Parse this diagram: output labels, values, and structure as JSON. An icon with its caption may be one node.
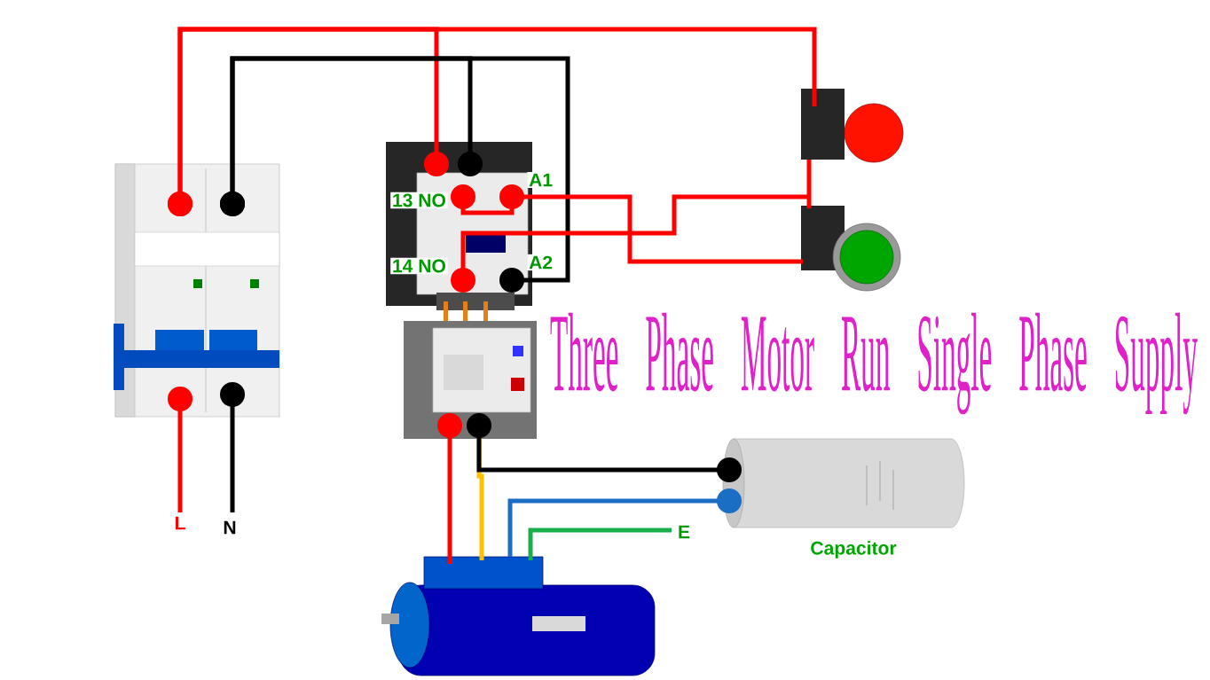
{
  "diagram": {
    "title": "Three Phase Motor Run Single Phase Supply",
    "nodes": [
      {
        "text": [],
        "shape": "picture"
      },
      {
        "text": [],
        "shape": "picture"
      },
      {
        "text": [],
        "shape": "picture"
      },
      {
        "text": [],
        "shape": "picture"
      },
      {
        "text": [],
        "shape": "picture"
      },
      {
        "text": [],
        "shape": "cylinder",
        "beside": [
          "Capacitor"
        ]
      },
      {
        "text": [],
        "shape": "picture"
      },
      {
        "text": [
          "L"
        ]
      },
      {
        "text": [
          "N"
        ]
      },
      {
        "text": [
          "E"
        ]
      }
    ],
    "edges": [
      {
        "from": 0,
        "to": 1,
        "arrow": "other"
      },
      {
        "from": 0,
        "to": 3,
        "arrow": "other"
      },
      {
        "from": 0,
        "to": 1,
        "arrow": "other",
        "color": "#000000"
      },
      {
        "from": 0,
        "to": 1,
        "arrow": "other",
        "color": "#000000"
      },
      {
        "from": 3,
        "to": 4,
        "arrow": "none"
      },
      {
        "from": 1,
        "to": 4,
        "arrow": "other"
      },
      {
        "from": 1,
        "to": 4,
        "arrow": "other"
      },
      {
        "from": 0,
        "to": 7,
        "arrow": "other"
      },
      {
        "from": 0,
        "to": 8,
        "arrow": "other",
        "color": "#000000"
      },
      {
        "from": 2,
        "to": 6,
        "arrow": "other"
      },
      {
        "from": 2,
        "to": 6,
        "arrow": "none",
        "color": "#ffc000"
      },
      {
        "from": 2,
        "to": 5,
        "arrow": "other",
        "color": "#000000"
      },
      {
        "from": 6,
        "to": 5,
        "arrow": "other",
        "color": "#1a6fc4"
      },
      {
        "from": 6,
        "to": 9,
        "arrow": "none",
        "color": "#1aae4a"
      }
    ],
    "labels": [
      "13 NO",
      "A1",
      "14 NO",
      "A2"
    ]
  }
}
